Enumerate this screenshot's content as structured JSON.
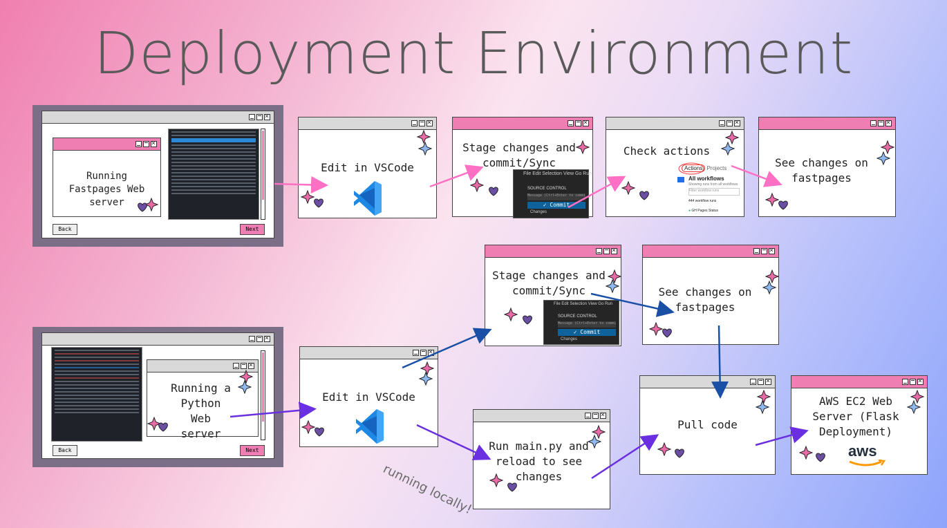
{
  "title": "Deployment Environment",
  "row1": {
    "main": {
      "text": "Running Fastpages Web server",
      "back": "Back",
      "next": "Next"
    },
    "vscode": "Edit in VSCode",
    "stage": "Stage changes and commit/Sync",
    "actions": "Check actions",
    "see": "See changes on fastpages"
  },
  "row2": {
    "main": {
      "text": "Running a Python Web server",
      "back": "Back",
      "next": "Next"
    },
    "vscode": "Edit in VSCode",
    "stage": "Stage changes and commit/Sync",
    "see": "See changes on fastpages",
    "run": "Run main.py and reload to see changes",
    "pull": "Pull code",
    "aws": "AWS EC2 Web Server (Flask Deployment)",
    "aws_logo": "aws",
    "running_label": "running locally!"
  },
  "vscode_ui": {
    "menu": [
      "File",
      "Edit",
      "Selection",
      "View",
      "Go",
      "Run"
    ],
    "panel": "SOURCE CONTROL",
    "message": "Message (Ctrl+Enter to commit on",
    "commit": "✓ Commit",
    "changes": "Changes"
  },
  "gha_ui": {
    "tab_actions": "Actions",
    "tab_projects": "Projects",
    "heading": "All workflows",
    "sub": "Showing runs from all workflows",
    "search": "Filter workflow runs",
    "count": "444 workflow runs",
    "status": "GH Pages Status"
  },
  "colors": {
    "pink_arrow": "#ff6fc4",
    "blue_arrow": "#1a4fa6",
    "purple_arrow": "#6a2fe0",
    "pink_bar": "#ef7fb3",
    "grey_bar": "#d9d9d9"
  },
  "icons": [
    "vscode-logo-icon",
    "sparkle-icon",
    "heart-icon",
    "minimize-icon",
    "maximize-icon",
    "close-icon",
    "aws-logo-icon"
  ]
}
